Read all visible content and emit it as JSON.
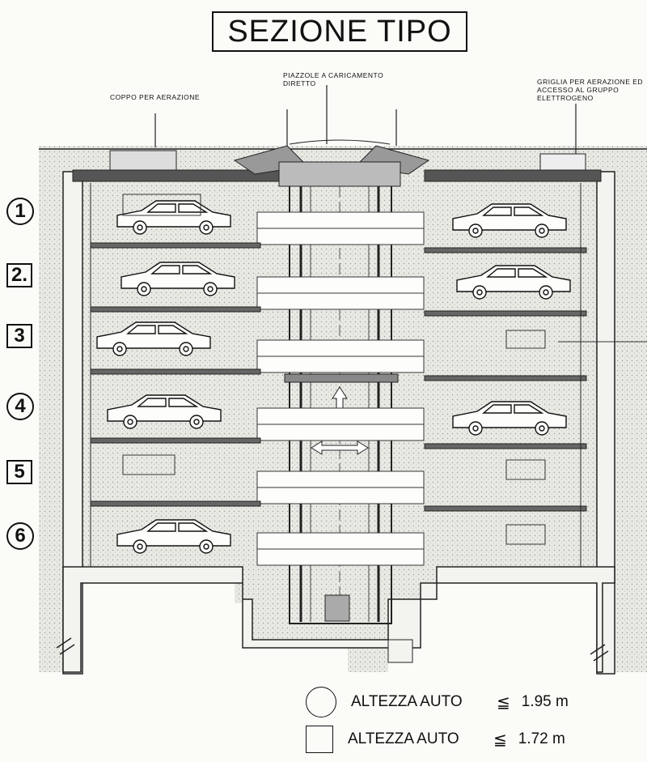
{
  "title": "SEZIONE TIPO",
  "annotations": {
    "left": "COPPO PER AERAZIONE",
    "center": "PIAZZOLE A CARICAMENTO DIRETTO",
    "right": "GRIGLIA PER AERAZIONE ED ACCESSO AL GRUPPO ELETTROGENO"
  },
  "levels": [
    {
      "label": "1",
      "shape": "circle"
    },
    {
      "label": "2.",
      "shape": "square"
    },
    {
      "label": "3",
      "shape": "square"
    },
    {
      "label": "4",
      "shape": "circle"
    },
    {
      "label": "5",
      "shape": "square"
    },
    {
      "label": "6",
      "shape": "circle"
    }
  ],
  "legend": [
    {
      "symbol": "circle",
      "text": "ALTEZZA AUTO",
      "sign": "≦",
      "value": "1.95 m"
    },
    {
      "symbol": "square",
      "text": "ALTEZZA AUTO",
      "sign": "≦",
      "value": "1.72 m"
    }
  ]
}
